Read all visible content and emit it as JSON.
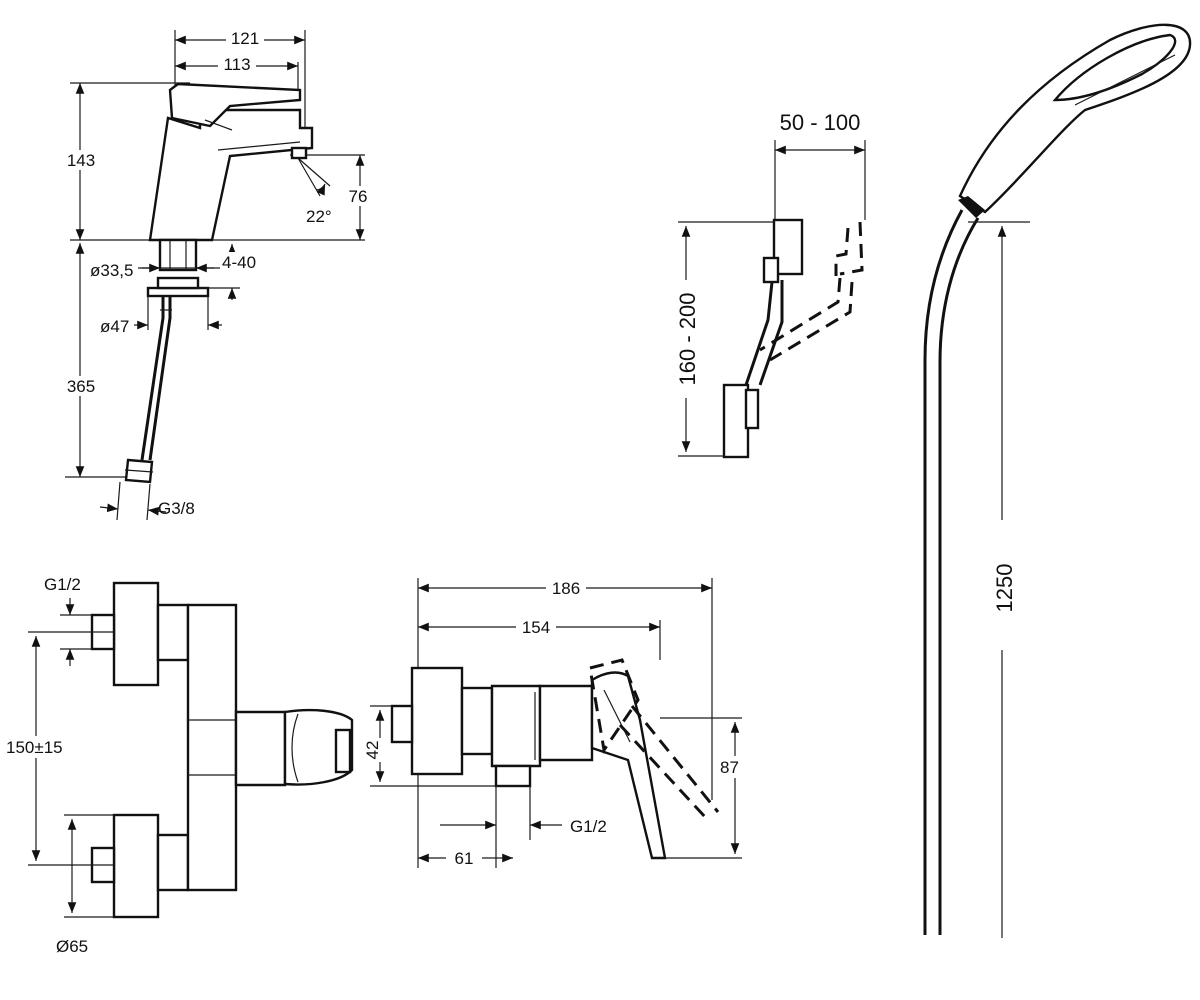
{
  "basin_mixer": {
    "width_total": "121",
    "width_spout": "113",
    "height_body": "143",
    "spout_height": "76",
    "spout_angle": "22°",
    "shank_dia": "ø33,5",
    "counter_thickness": "4-40",
    "washer_dia": "ø47",
    "hose_length": "365",
    "connector_thread": "G3/8"
  },
  "slider_bracket": {
    "offset_range": "50 - 100",
    "height_range": "160 - 200"
  },
  "hand_shower": {
    "hose_length": "1250"
  },
  "shower_mixer_front": {
    "inlet_thread": "G1/2",
    "centres": "150±15",
    "rosette_dia": "Ø65"
  },
  "shower_mixer_side": {
    "depth_total": "186",
    "depth_body": "154",
    "outlet_offset": "42",
    "height_handle": "87",
    "outlet_thread": "G1/2",
    "outlet_depth": "61"
  }
}
